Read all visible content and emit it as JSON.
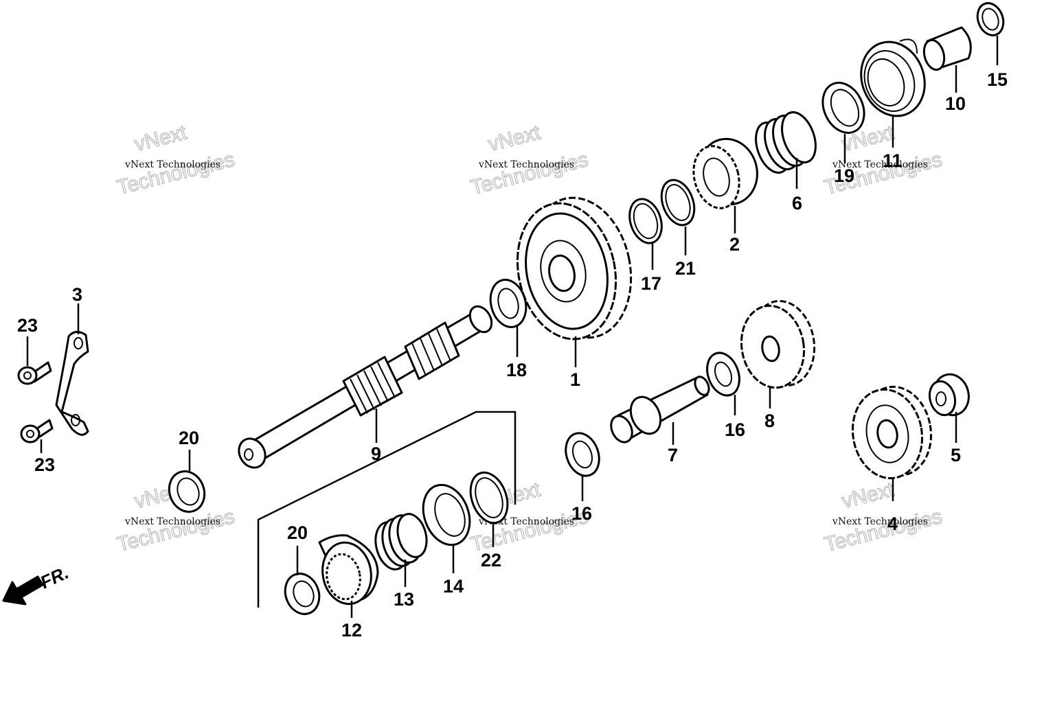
{
  "front_indicator": {
    "label": "FR."
  },
  "watermarks": [
    {
      "small": "vNext Technologies",
      "big": "Technologies",
      "big_top": "vNext"
    },
    {
      "small": "vNext Technologies",
      "big": "Technologies",
      "big_top": "vNext"
    },
    {
      "small": "vNext Technologies",
      "big": "Technologies",
      "big_top": "vNext"
    },
    {
      "small": "vNext Technologies",
      "big": "Technologies",
      "big_top": "vNext"
    },
    {
      "small": "vNext Technologies",
      "big": "Technologies",
      "big_top": "vNext"
    },
    {
      "small": "vNext Technologies",
      "big": "Technologies",
      "big_top": "vNext"
    }
  ],
  "callouts": {
    "c1": "1",
    "c2": "2",
    "c3": "3",
    "c4": "4",
    "c5": "5",
    "c6": "6",
    "c7": "7",
    "c8": "8",
    "c9": "9",
    "c10": "10",
    "c11": "11",
    "c12": "12",
    "c13": "13",
    "c14": "14",
    "c15": "15",
    "c16a": "16",
    "c16b": "16",
    "c17": "17",
    "c18": "18",
    "c19": "19",
    "c20a": "20",
    "c20b": "20",
    "c21": "21",
    "c22": "22",
    "c23a": "23",
    "c23b": "23"
  },
  "colors": {
    "line": "#000000",
    "background": "#ffffff",
    "watermark": "#bbbbbb"
  }
}
